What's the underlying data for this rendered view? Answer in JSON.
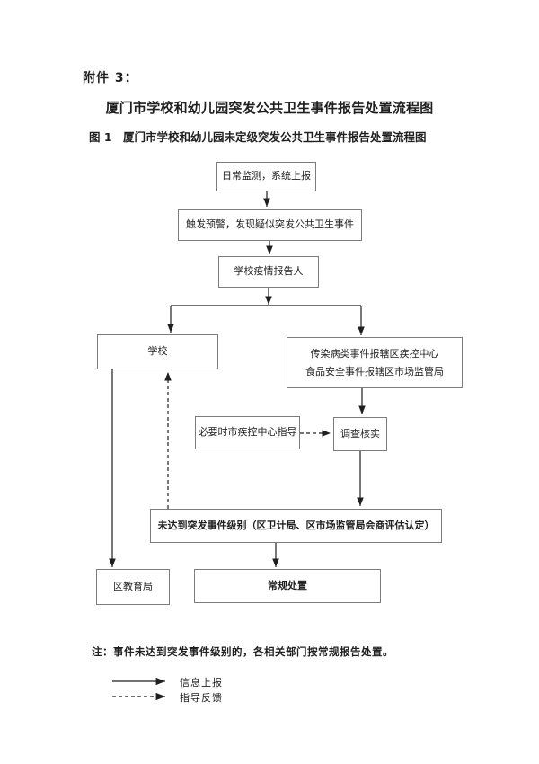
{
  "header": {
    "attachment_label": "附件 3：",
    "title": "厦门市学校和幼儿园突发公共卫生事件报告处置流程图",
    "figure_caption": "图 1　厦门市学校和幼儿园未定级突发公共卫生事件报告处置流程图"
  },
  "flowchart": {
    "nodes": {
      "daily_monitoring": "日常监测，系统上报",
      "trigger_alert": "触发预警，发现疑似突发公共卫生事件",
      "school_reporter": "学校疫情报告人",
      "school": "学校",
      "report_dest_line1": "传染病类事件报辖区疾控中心",
      "report_dest_line2": "食品安全事件报辖区市场监管局",
      "city_cdc_guidance": "必要时市疾控中心指导",
      "investigate_verify": "调查核实",
      "below_emergency_level": "未达到突发事件级别（区卫计局、区市场监管局会商评估认定）",
      "district_education_bureau": "区教育局",
      "routine_handling": "常规处置"
    }
  },
  "note": "注：事件未达到突发事件级别的，各相关部门按常规报告处置。",
  "legend": {
    "solid_label": "信息上报",
    "dashed_label": "指导反馈"
  },
  "colors": {
    "text": "#1f1f1f",
    "box_border": "#7d7d7d",
    "connector": "#1f1f1f",
    "background": "#ffffff"
  }
}
